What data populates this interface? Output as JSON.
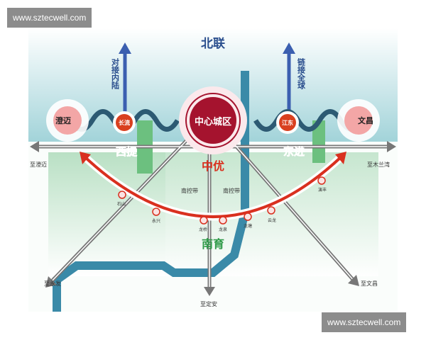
{
  "watermark": "www.sztecwell.com",
  "north": {
    "title": "北联",
    "left_arrow_label": "对接内陆",
    "right_arrow_label": "链接全球"
  },
  "nodes": {
    "center": "中心城区",
    "left_outer": "澄迈",
    "left_inner": "长流",
    "right_inner": "江东",
    "right_outer": "文昌"
  },
  "directions": {
    "west": "西提",
    "east": "东进",
    "center": "中优",
    "south": "南育"
  },
  "destinations": {
    "left": "至澄迈",
    "right": "至木兰湾",
    "bottom_left": "至永发",
    "bottom_center": "至定安",
    "bottom_right": "至文昌"
  },
  "belts": [
    "南控带",
    "南控带"
  ],
  "stations": [
    "石山",
    "永兴",
    "龙桥",
    "龙泉",
    "龙塘",
    "云龙",
    "演丰"
  ],
  "colors": {
    "red": "#d9301f",
    "dark_red": "#a5132e",
    "blue": "#3b5fb0",
    "teal": "#3a8aa8",
    "green": "#2e9a48",
    "gold": "#d8a52a"
  }
}
